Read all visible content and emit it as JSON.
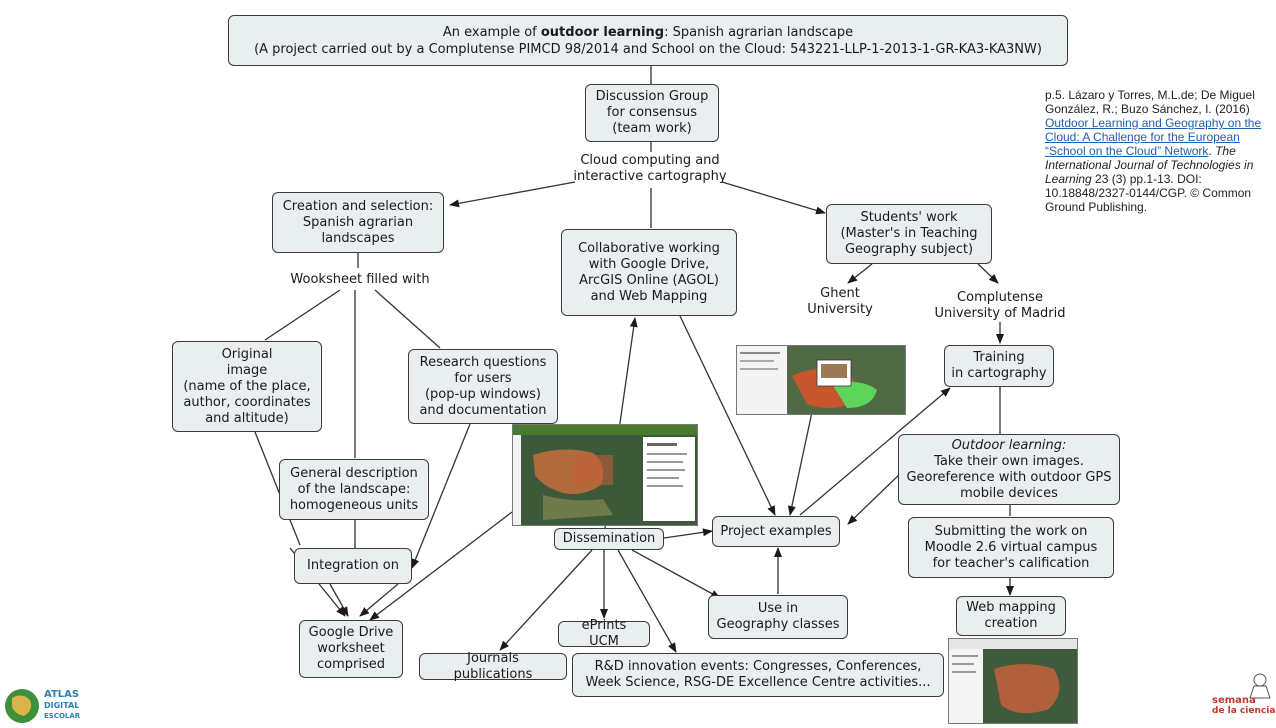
{
  "title": {
    "line1_pre": "An example of ",
    "line1_bold": "outdoor learning",
    "line1_post": ": Spanish agrarian landscape",
    "line2": "(A project carried out by a Complutense PIMCD 98/2014 and School on the Cloud: 543221-LLP-1-2013-1-GR-KA3-KA3NW)"
  },
  "nodes": {
    "discussion": "Discussion Group\nfor consensus\n(team work)",
    "cloud": "Cloud computing and\ninteractive cartography",
    "creation": "Creation and selection:\nSpanish agrarian\nlandscapes",
    "worksheet": "Wooksheet filled with",
    "collab": "Collaborative working\nwith Google Drive,\nArcGIS Online (AGOL)\nand Web Mapping",
    "students": "Students' work\n(Master's in Teaching\nGeography subject)",
    "ghent": "Ghent\nUniversity",
    "complutense": "Complutense\nUniversity of Madrid",
    "original": "Original\nimage\n(name of the place,\nauthor, coordinates\nand altitude)",
    "research": "Research questions\nfor users\n(pop-up windows)\nand documentation",
    "training": "Training\nin cartography",
    "general": "General description\nof the landscape:\nhomogeneous units",
    "outdoor_italic": "Outdoor learning:",
    "outdoor_rest": "Take their own images.\nGeoreference with outdoor GPS\nmobile devices",
    "dissemination": "Dissemination",
    "project": "Project examples",
    "submitting": "Submitting the work on\nMoodle 2.6 virtual campus\nfor teacher's calification",
    "integration": "Integration on",
    "webmapping": "Web mapping\ncreation",
    "use": "Use in\nGeography classes",
    "google": "Google Drive\nworksheet\ncomprised",
    "eprints": "ePrints UCM",
    "journals": "Journals publications",
    "rd": "R&D innovation events: Congresses, Conferences,\nWeek Science, RSG-DE Excellence Centre activities..."
  },
  "citation": {
    "pre": "p.5. Lázaro y Torres, M.L.de; De Miguel González, R.; Buzo Sánchez, I. (2016) ",
    "link": "Outdoor Learning and Geography on the Cloud: A Challenge for the European “School on the Cloud” Network",
    "mid": ". ",
    "journal": "The International Journal of Technologies in Learning",
    "post": "  23 (3) pp.1-13.  DOI: 10.18848/2327-0144/CGP.  © Common Ground Publishing."
  },
  "logos": {
    "left": [
      "ATLAS",
      "DIGITAL",
      "ESCOLAR"
    ],
    "right": [
      "semana",
      "de la ciencia"
    ]
  },
  "colors": {
    "node_fill": "#e9eef1",
    "link_color": "#1d5fb0"
  }
}
